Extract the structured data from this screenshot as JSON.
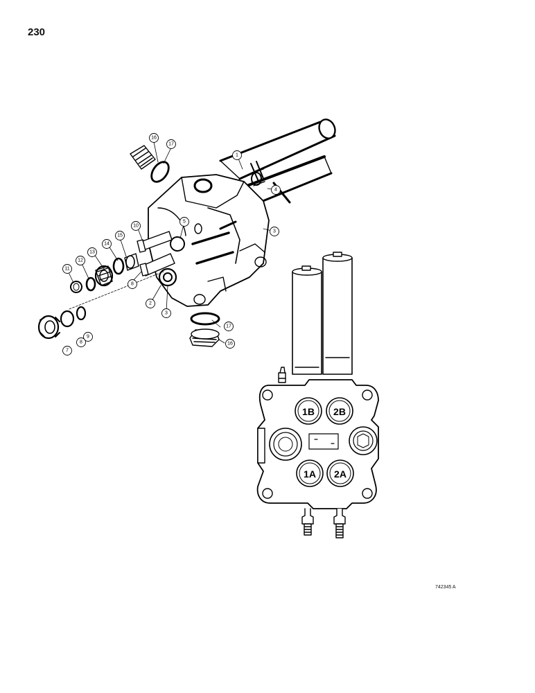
{
  "page": {
    "number": "230",
    "figure_id": "742345 A"
  },
  "callouts": [
    {
      "id": "c1",
      "label": "1"
    },
    {
      "id": "c4",
      "label": "4"
    },
    {
      "id": "c3a",
      "label": "3"
    },
    {
      "id": "c5",
      "label": "5"
    },
    {
      "id": "c10",
      "label": "10"
    },
    {
      "id": "c16a",
      "label": "16"
    },
    {
      "id": "c17a",
      "label": "17"
    },
    {
      "id": "c15",
      "label": "15"
    },
    {
      "id": "c14",
      "label": "14"
    },
    {
      "id": "c13",
      "label": "13"
    },
    {
      "id": "c12",
      "label": "12"
    },
    {
      "id": "c11",
      "label": "11"
    },
    {
      "id": "c8a",
      "label": "8"
    },
    {
      "id": "c2",
      "label": "2"
    },
    {
      "id": "c3b",
      "label": "3"
    },
    {
      "id": "c9",
      "label": "9"
    },
    {
      "id": "c8b",
      "label": "8"
    },
    {
      "id": "c7",
      "label": "7"
    },
    {
      "id": "c17b",
      "label": "17"
    },
    {
      "id": "c16b",
      "label": "16"
    }
  ],
  "ports": [
    {
      "id": "p1b",
      "label": "1B"
    },
    {
      "id": "p2b",
      "label": "2B"
    },
    {
      "id": "p1a",
      "label": "1A"
    },
    {
      "id": "p2a",
      "label": "2A"
    }
  ]
}
